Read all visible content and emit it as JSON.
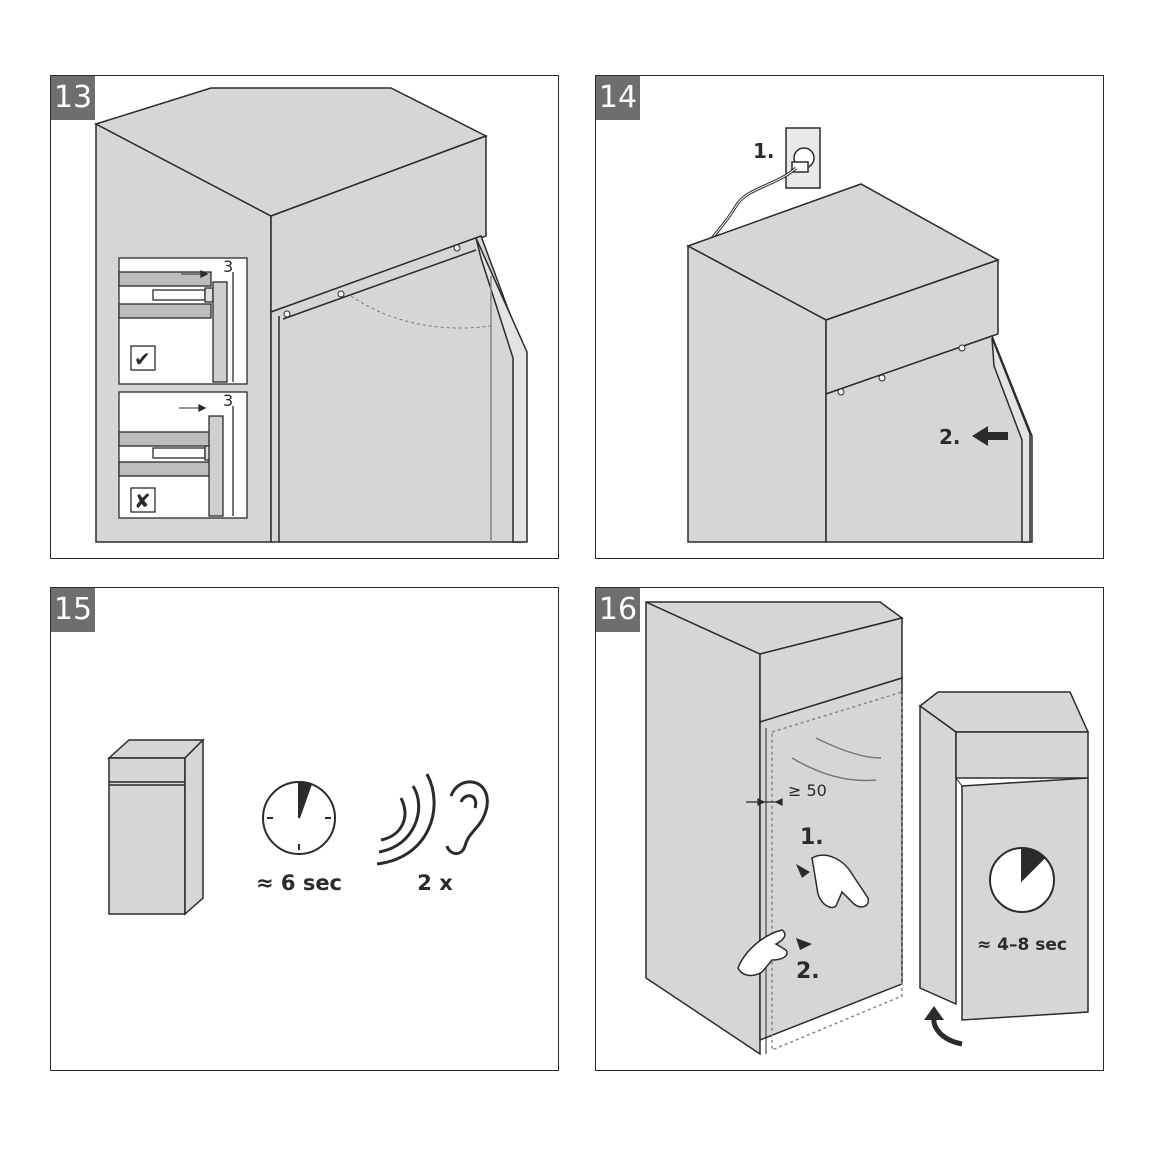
{
  "colors": {
    "appliance_fill": "#d6d6d6",
    "outline": "#2b2b2b",
    "badge": "#6e6e6e",
    "background": "#ffffff"
  },
  "steps": [
    {
      "number": "13",
      "dimension": "3",
      "ok_mark": "✔",
      "wrong_mark": "✘"
    },
    {
      "number": "14",
      "step1": "1.",
      "step2": "2."
    },
    {
      "number": "15",
      "time": "≈ 6 sec",
      "beeps": "2 x",
      "icons": [
        "stopwatch-icon",
        "ear-icon"
      ]
    },
    {
      "number": "16",
      "gap": "≥ 50",
      "step1": "1.",
      "step2": "2.",
      "time": "≈ 4–8 sec",
      "icons": [
        "hand-icon",
        "stopwatch-icon",
        "curved-arrow-icon"
      ]
    }
  ]
}
